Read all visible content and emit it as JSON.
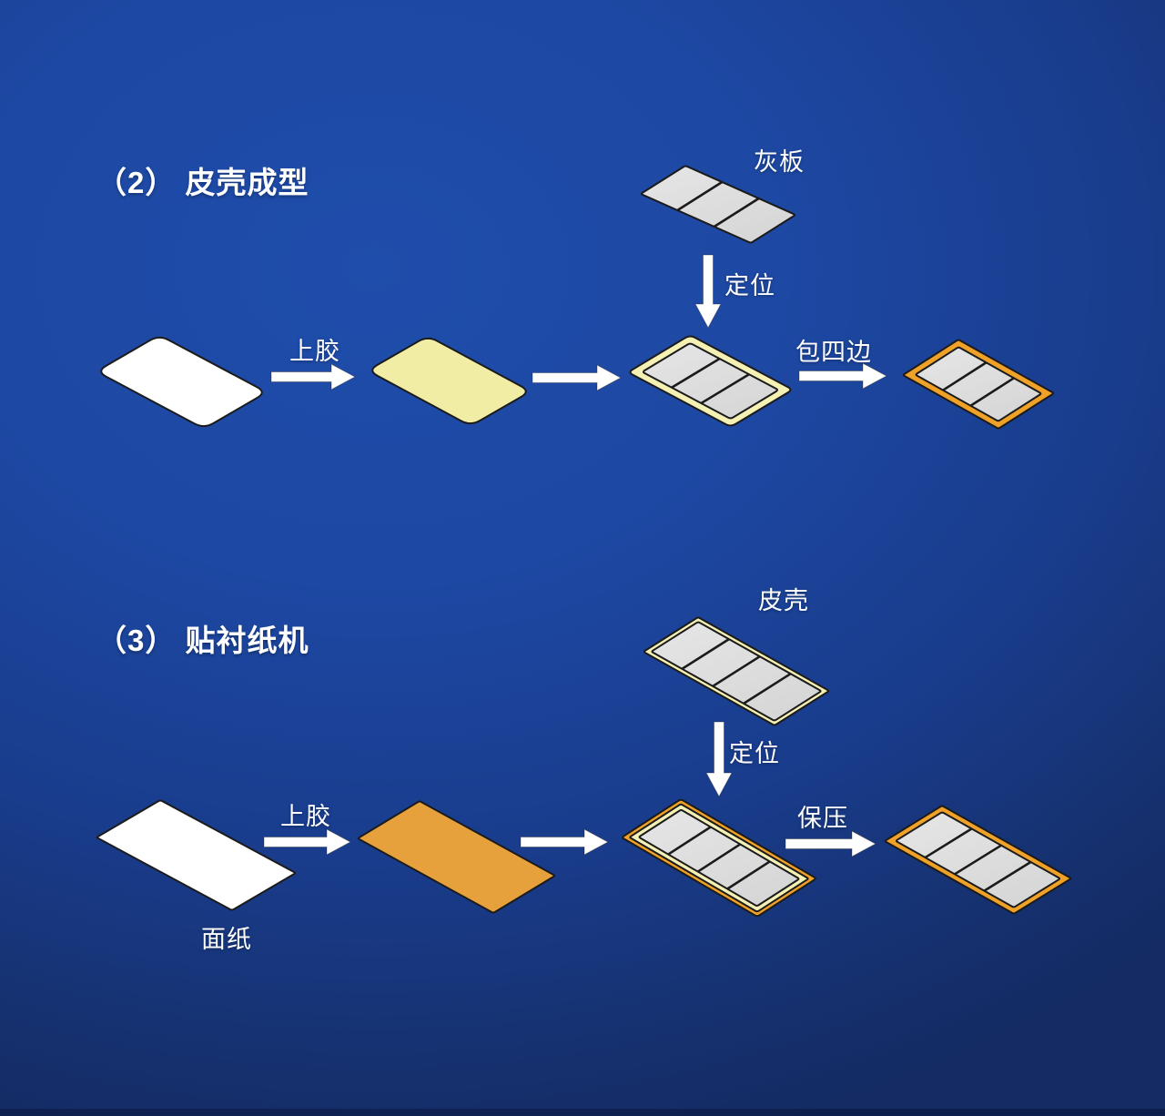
{
  "diagram": {
    "section2": {
      "title": "（2） 皮壳成型",
      "gray_board_label": "灰板",
      "position_label": "定位",
      "glue_label": "上胶",
      "wrap_label": "包四边"
    },
    "section3": {
      "title": "（3） 贴衬纸机",
      "shell_label": "皮壳",
      "position_label": "定位",
      "glue_label": "上胶",
      "press_label": "保压",
      "face_paper_label": "面纸"
    }
  },
  "colors": {
    "background_center": "#1f4dab",
    "background_edge": "#142b63",
    "board_gray": "#d7d7d7",
    "board_gray_light": "#e6e6e6",
    "border_yellow": "#f5f0b4",
    "border_orange": "#f0a128",
    "glue_yellow": "#f1eda5",
    "glue_orange": "#e6a03c",
    "sheet_white": "#ffffff",
    "outline_black": "#1b1b1b",
    "arrow_white": "#ffffff",
    "text_white": "#ffffff"
  }
}
